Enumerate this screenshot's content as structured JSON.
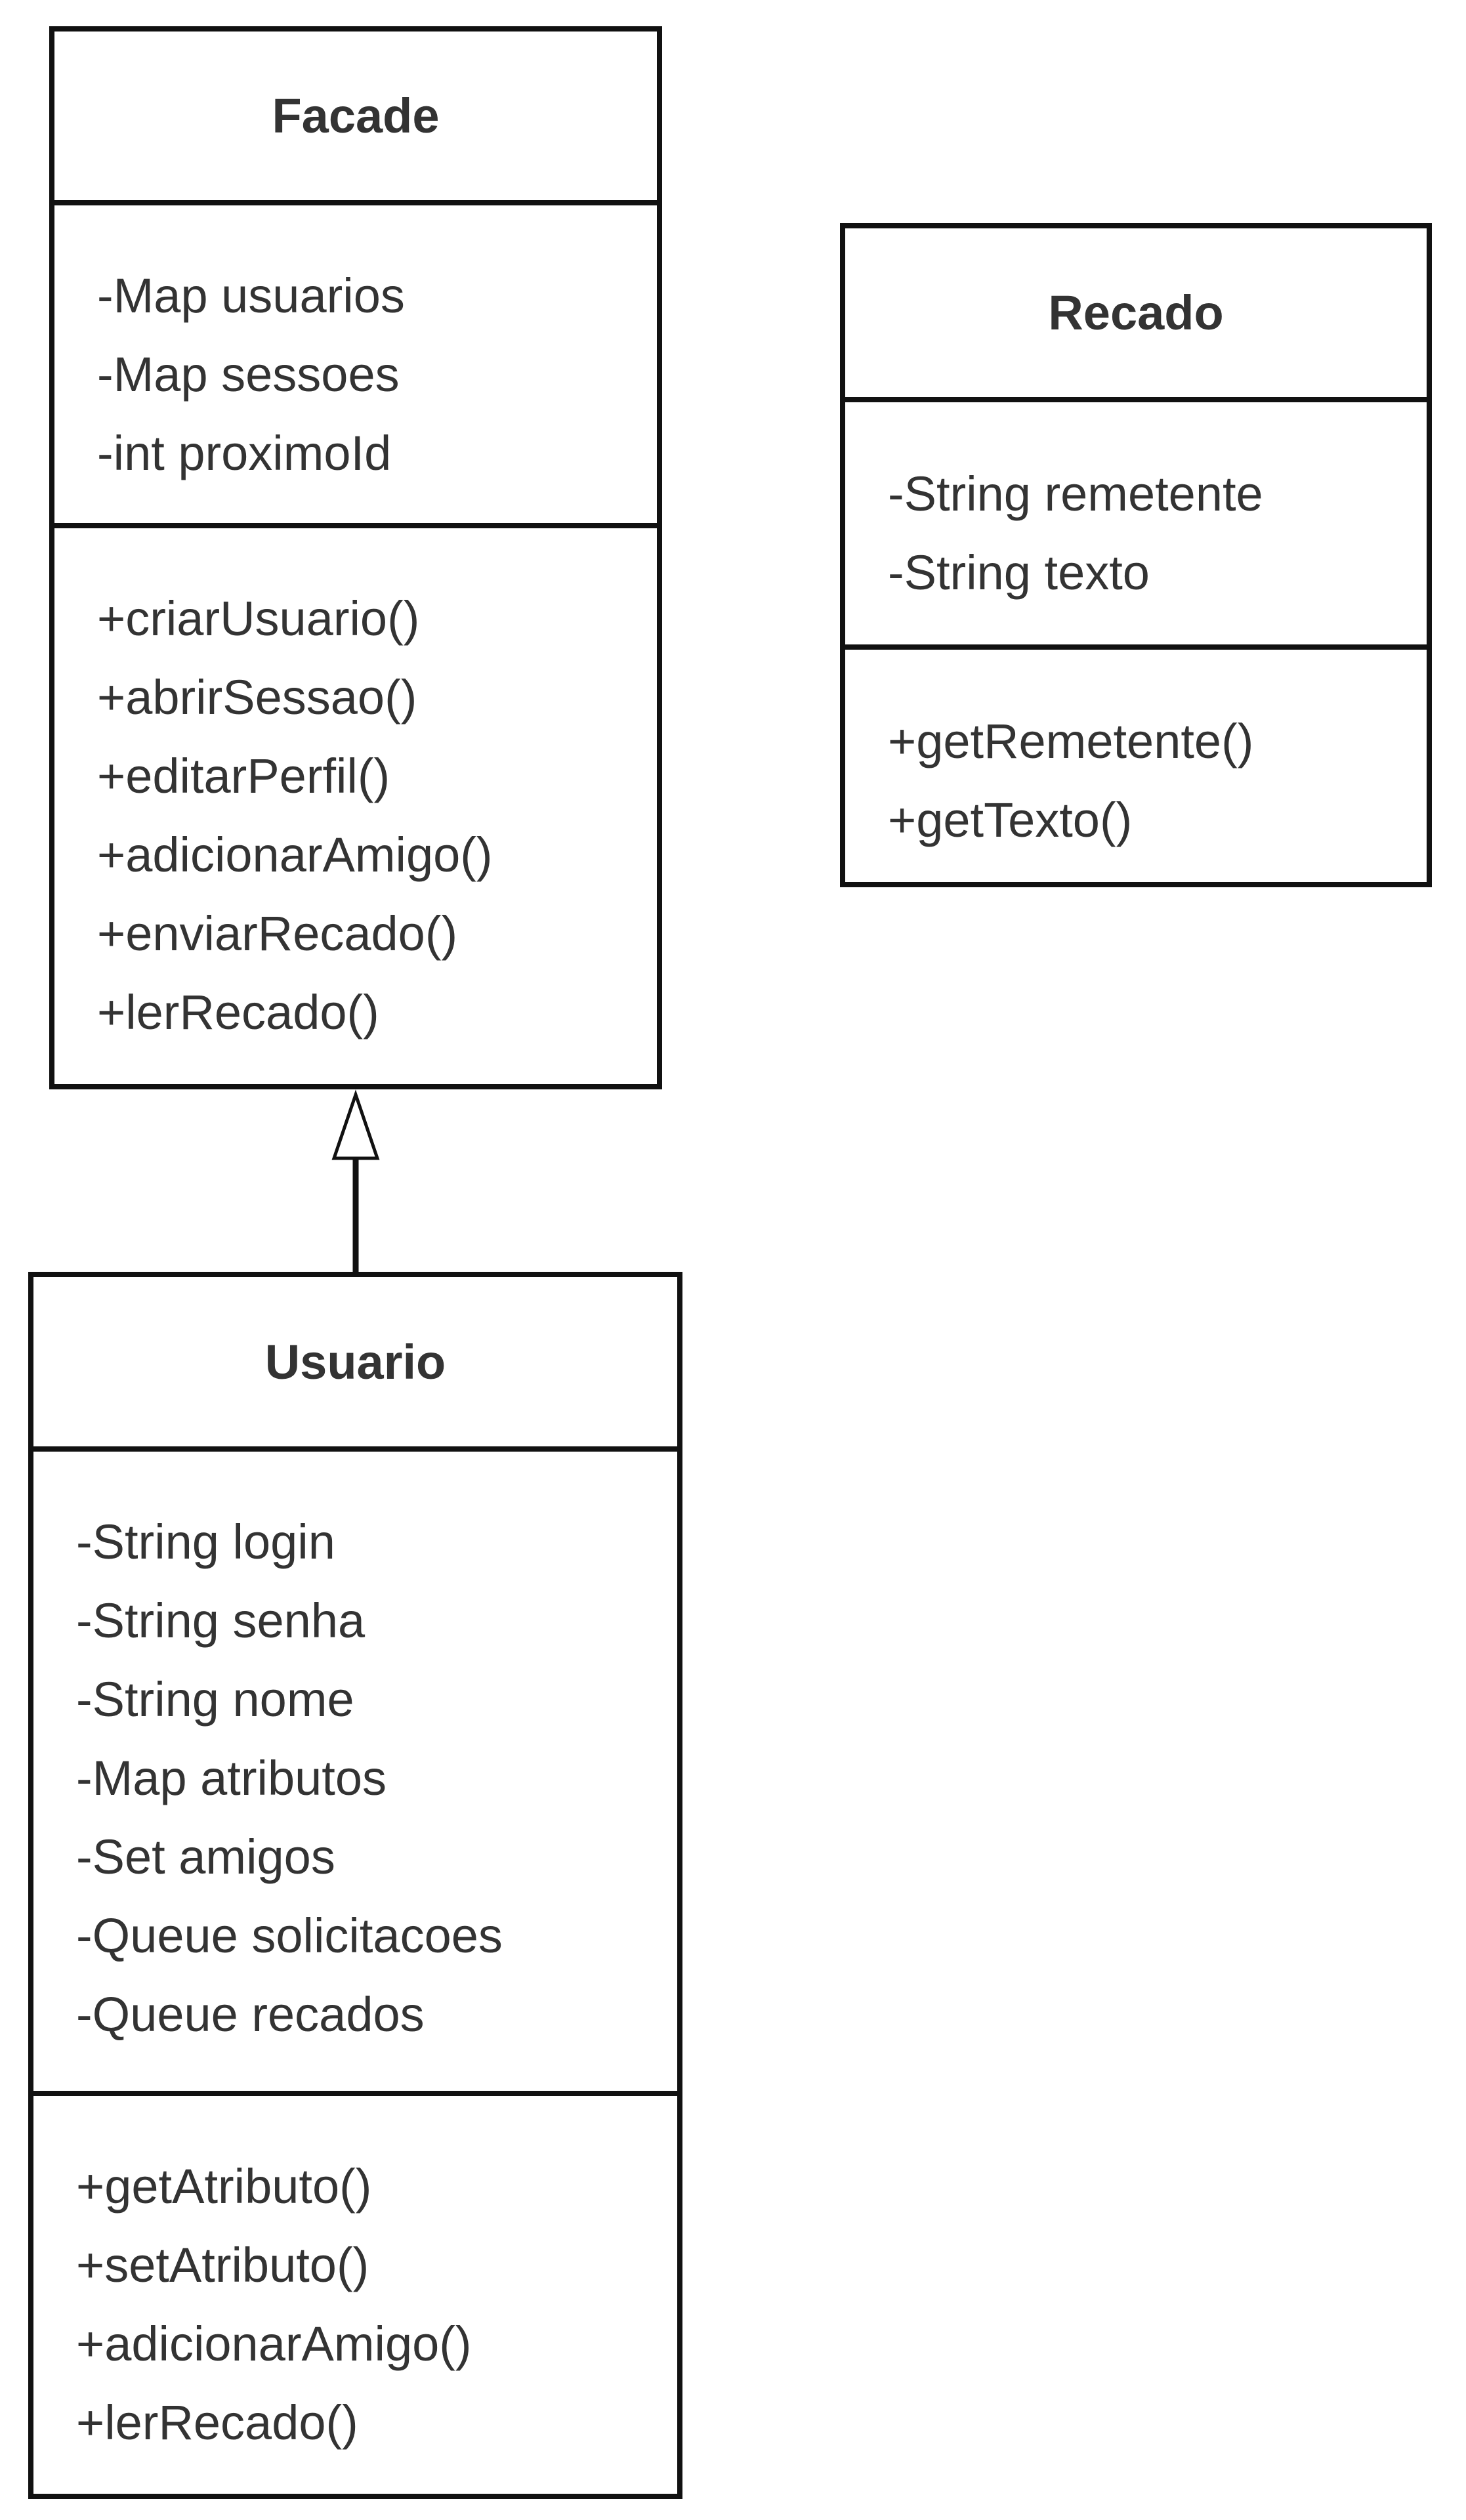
{
  "classes": {
    "facade": {
      "name": "Facade",
      "attributes": [
        "-Map usuarios",
        "-Map sessoes",
        "-int proximoId"
      ],
      "operations": [
        "+criarUsuario()",
        "+abrirSessao()",
        "+editarPerfil()",
        "+adicionarAmigo()",
        "+enviarRecado()",
        "+lerRecado()"
      ]
    },
    "recado": {
      "name": "Recado",
      "attributes": [
        "-String remetente",
        "-String texto"
      ],
      "operations": [
        "+getRemetente()",
        "+getTexto()"
      ]
    },
    "usuario": {
      "name": "Usuario",
      "attributes": [
        "-String login",
        "-String senha",
        "-String nome",
        "-Map atributos",
        "-Set amigos",
        "-Queue solicitacoes",
        "-Queue recados"
      ],
      "operations": [
        "+getAtributo()",
        "+setAtributo()",
        "+adicionarAmigo()",
        "+lerRecado()"
      ]
    }
  },
  "relationships": [
    {
      "type": "generalization",
      "from": "Usuario",
      "to": "Facade"
    }
  ]
}
